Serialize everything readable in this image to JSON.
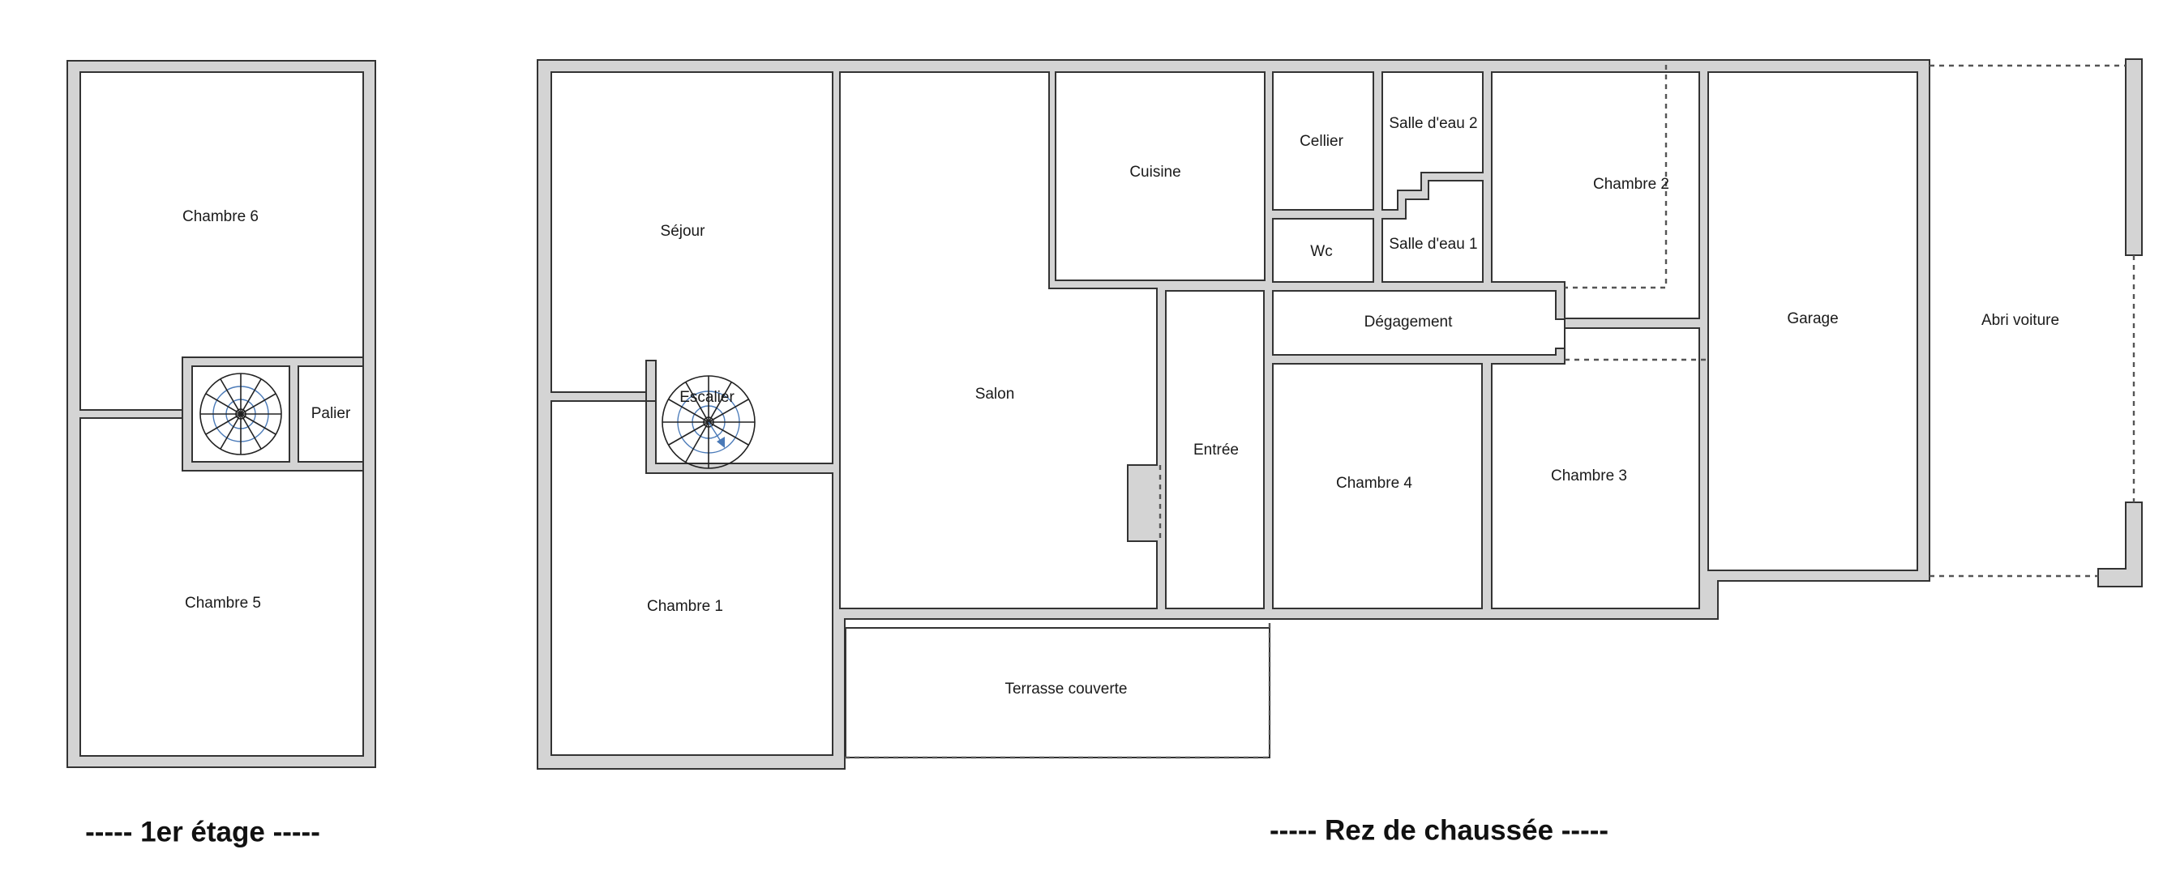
{
  "floors": [
    {
      "caption": "----- 1er étage -----",
      "rooms": [
        {
          "key": "chambre_6",
          "label": "Chambre 6"
        },
        {
          "key": "chambre_5",
          "label": "Chambre 5"
        },
        {
          "key": "palier",
          "label": "Palier"
        }
      ]
    },
    {
      "caption": "----- Rez de chaussée -----",
      "rooms": [
        {
          "key": "sejour",
          "label": "Séjour"
        },
        {
          "key": "escalier",
          "label": "Escalier"
        },
        {
          "key": "chambre_1",
          "label": "Chambre 1"
        },
        {
          "key": "salon",
          "label": "Salon"
        },
        {
          "key": "cuisine",
          "label": "Cuisine"
        },
        {
          "key": "cellier",
          "label": "Cellier"
        },
        {
          "key": "salle_eau_2",
          "label": "Salle d'eau 2"
        },
        {
          "key": "salle_eau_1",
          "label": "Salle d'eau 1"
        },
        {
          "key": "wc",
          "label": "Wc"
        },
        {
          "key": "chambre_2",
          "label": "Chambre 2"
        },
        {
          "key": "degagement",
          "label": "Dégagement"
        },
        {
          "key": "entree",
          "label": "Entrée"
        },
        {
          "key": "chambre_4",
          "label": "Chambre 4"
        },
        {
          "key": "chambre_3",
          "label": "Chambre 3"
        },
        {
          "key": "garage",
          "label": "Garage"
        },
        {
          "key": "abri_voiture",
          "label": "Abri voiture"
        },
        {
          "key": "terrasse",
          "label": "Terrasse couverte"
        }
      ]
    }
  ],
  "colors": {
    "wall": "#d4d4d4",
    "outline": "#333333",
    "stair_accent": "#4a7ab8"
  }
}
